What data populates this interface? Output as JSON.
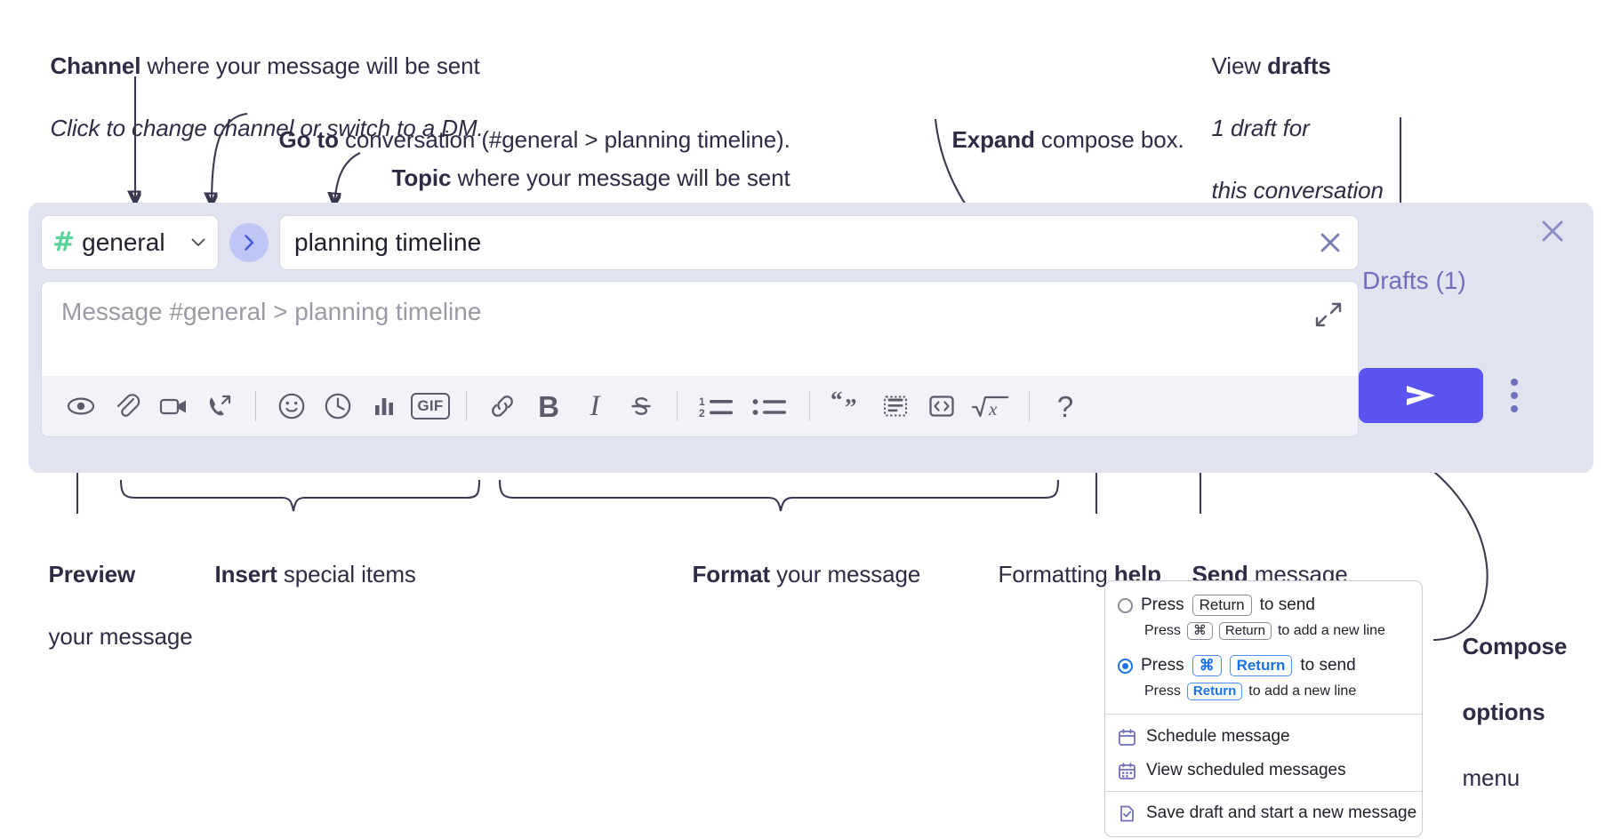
{
  "annotations": {
    "channel": {
      "line1_bold": "Channel",
      "line1_rest": " where your message will be sent",
      "line2_italic": "Click to change channel or switch to a DM."
    },
    "goto": {
      "bold": "Go to",
      "rest": " conversation (#general > planning timeline)."
    },
    "topic": {
      "bold": "Topic",
      "rest": " where your message will be sent"
    },
    "expand": {
      "bold": "Expand",
      "rest": " compose box."
    },
    "drafts": {
      "line1_plain": "View ",
      "line1_bold": "drafts",
      "line2_italic": "1 draft for",
      "line3_italic": "this conversation"
    },
    "preview": {
      "bold": "Preview",
      "line2": "your message"
    },
    "insert": {
      "bold": "Insert",
      "rest": " special items"
    },
    "format": {
      "bold": "Format",
      "rest": " your message"
    },
    "help": {
      "plain": "Formatting ",
      "bold": "help"
    },
    "send": {
      "bold": "Send",
      "rest": " message"
    },
    "compose_options": {
      "line1_bold": "Compose",
      "line2_bold": "options",
      "line3_plain": "menu"
    }
  },
  "compose": {
    "channel": {
      "hash_icon": "hash-icon",
      "name": "general",
      "chevron_icon": "chevron-down-icon"
    },
    "goto_button": {
      "icon": "chevron-right-icon",
      "label": ""
    },
    "topic": {
      "value": "planning timeline",
      "clear_icon": "close-x-icon"
    },
    "message": {
      "placeholder": "Message #general > planning timeline",
      "expand_icon": "expand-diagonal-icon"
    },
    "toolbar": [
      {
        "name": "preview-icon",
        "label": "",
        "type": "icon"
      },
      {
        "name": "attachment-icon",
        "label": "",
        "type": "icon"
      },
      {
        "name": "video-icon",
        "label": "",
        "type": "icon"
      },
      {
        "name": "call-forward-icon",
        "label": "",
        "type": "icon"
      },
      {
        "name": "separator-1",
        "label": "",
        "type": "sep"
      },
      {
        "name": "emoji-icon",
        "label": "",
        "type": "icon"
      },
      {
        "name": "clock-icon",
        "label": "",
        "type": "icon"
      },
      {
        "name": "poll-icon",
        "label": "",
        "type": "icon"
      },
      {
        "name": "gif-icon",
        "label": "GIF",
        "type": "gif"
      },
      {
        "name": "separator-2",
        "label": "",
        "type": "sep"
      },
      {
        "name": "link-icon",
        "label": "",
        "type": "icon"
      },
      {
        "name": "bold-icon",
        "label": "B",
        "type": "text"
      },
      {
        "name": "italic-icon",
        "label": "I",
        "type": "text"
      },
      {
        "name": "strikethrough-icon",
        "label": "S",
        "type": "icon"
      },
      {
        "name": "separator-3",
        "label": "",
        "type": "sep"
      },
      {
        "name": "ordered-list-icon",
        "label": "",
        "type": "icon"
      },
      {
        "name": "bulleted-list-icon",
        "label": "",
        "type": "icon"
      },
      {
        "name": "separator-4",
        "label": "",
        "type": "sep"
      },
      {
        "name": "blockquote-icon",
        "label": "",
        "type": "icon"
      },
      {
        "name": "code-block-icon",
        "label": "",
        "type": "icon"
      },
      {
        "name": "code-icon",
        "label": "",
        "type": "icon"
      },
      {
        "name": "math-icon",
        "label": "",
        "type": "icon"
      },
      {
        "name": "separator-5",
        "label": "",
        "type": "sep"
      },
      {
        "name": "formatting-help-icon",
        "label": "?",
        "type": "text"
      }
    ],
    "right": {
      "close_icon": "close-x-icon",
      "drafts_label": "Drafts (1)",
      "send_icon": "send-paper-plane-icon",
      "kebab_icon": "more-options-vertical-icon"
    }
  },
  "menu": {
    "option_return": {
      "main_pre": "Press",
      "main_key": "Return",
      "main_post": "to send",
      "sub_pre": "Press",
      "sub_key1": "⌘",
      "sub_key2": "Return",
      "sub_post": "to add a new line",
      "selected": false
    },
    "option_cmd_return": {
      "main_pre": "Press",
      "main_key1": "⌘",
      "main_key2": "Return",
      "main_post": "to send",
      "sub_pre": "Press",
      "sub_key": "Return",
      "sub_post": "to add a new line",
      "selected": true
    },
    "items": [
      {
        "icon": "calendar-schedule-icon",
        "label": "Schedule message"
      },
      {
        "icon": "calendar-grid-icon",
        "label": "View scheduled messages"
      },
      {
        "icon": "document-check-icon",
        "label": "Save draft and start a new message"
      }
    ]
  },
  "colors": {
    "panel_bg": "#e2e3f0",
    "toolbar_bg": "#f2f3f8",
    "send_blue": "#5a55f0",
    "goto_blue": "#bdc6f5",
    "drafts_purple": "#6f6fbd",
    "hash_green": "#5ad49a",
    "key_blue": "#1a73e8",
    "text_dark": "#2e2c44"
  }
}
